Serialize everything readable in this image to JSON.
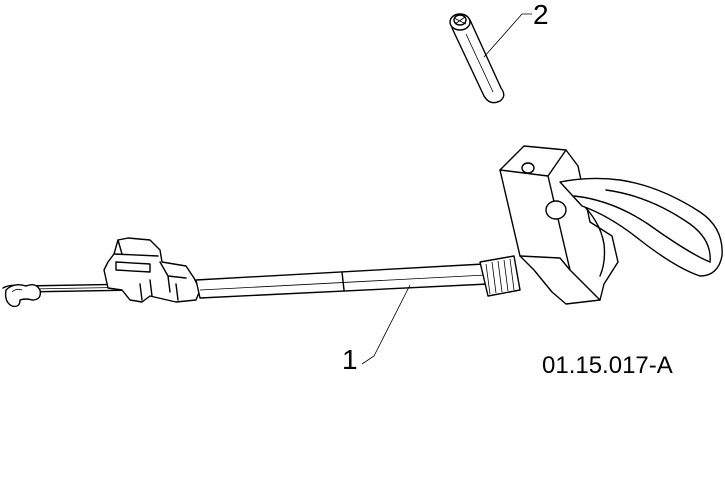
{
  "callouts": [
    {
      "number": "1"
    },
    {
      "number": "2"
    }
  ],
  "diagram_code": "01.15.017-A",
  "colors": {
    "line": "#000000",
    "background": "#ffffff"
  }
}
